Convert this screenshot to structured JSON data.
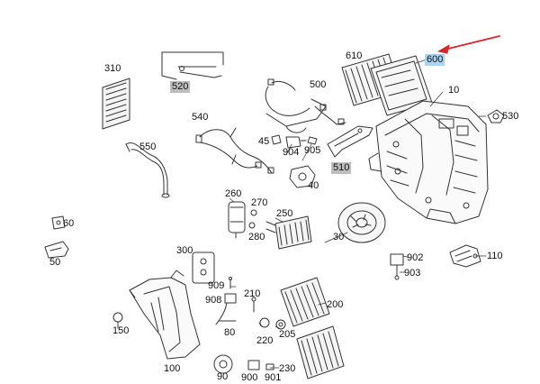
{
  "diagram": {
    "colors": {
      "line": "#333333",
      "highlight": "#bdbdbd",
      "selected": "#a9d4f2",
      "arrow": "#d9262c"
    },
    "labels": {
      "l10": "10",
      "l30": "30",
      "l40": "40",
      "l45": "45",
      "l50": "50",
      "l60": "60",
      "l80": "80",
      "l90": "90",
      "l100": "100",
      "l110": "110",
      "l150": "150",
      "l200": "200",
      "l205": "205",
      "l210": "210",
      "l220": "220",
      "l230": "230",
      "l250": "250",
      "l260": "260",
      "l270": "270",
      "l280": "280",
      "l300": "300",
      "l310": "310",
      "l500": "500",
      "l510": "510",
      "l520": "520",
      "l530": "530",
      "l540": "540",
      "l550": "550",
      "l600": "600",
      "l610": "610",
      "l900": "900",
      "l901": "901",
      "l902": "902",
      "l903": "903",
      "l904": "904",
      "l905": "905",
      "l908": "908",
      "l909": "909"
    }
  }
}
